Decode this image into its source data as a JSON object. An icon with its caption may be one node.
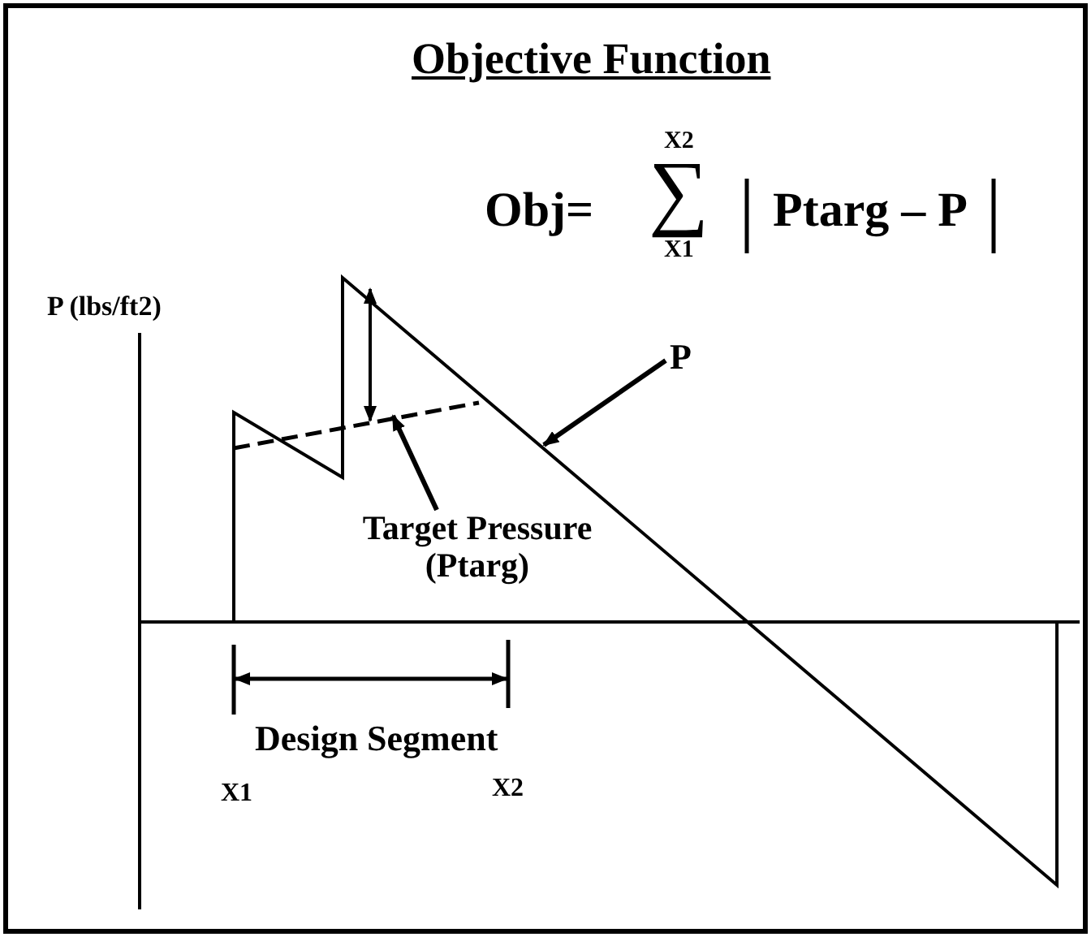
{
  "diagram": {
    "title": "Objective Function",
    "nodes": [
      {
        "text": [
          "P"
        ]
      },
      {
        "text": [
          "Target Pressure (Ptarg)"
        ]
      }
    ],
    "edges": [
      {
        "from": 0,
        "to": null,
        "arrow": "to"
      },
      {
        "from": 1,
        "to": null,
        "arrow": "to"
      }
    ],
    "labels": [
      "Obj=",
      "X2",
      "∑",
      "X1",
      "Ptarg – P",
      "P (lbs/ft2)",
      "Design Segment",
      "X1",
      "X2"
    ]
  }
}
